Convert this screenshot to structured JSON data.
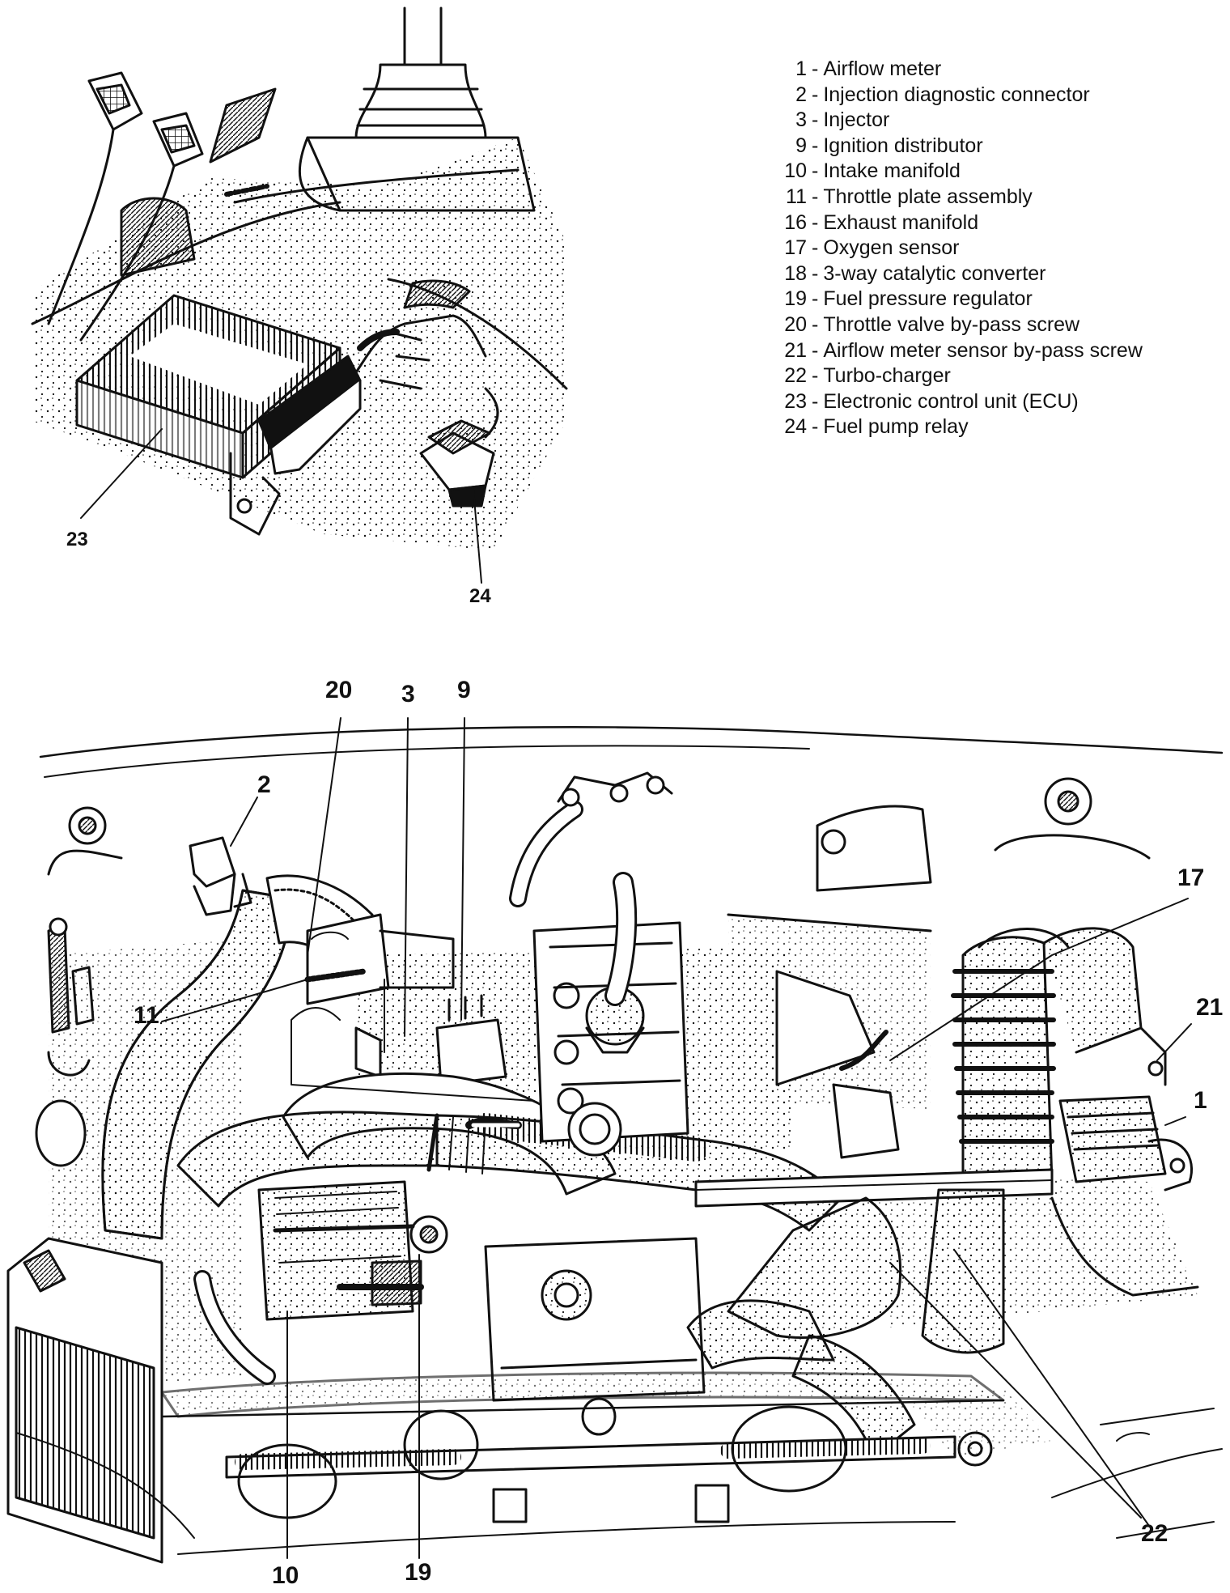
{
  "legend": [
    {
      "num": "1",
      "label": "Airflow meter"
    },
    {
      "num": "2",
      "label": "Injection diagnostic connector"
    },
    {
      "num": "3",
      "label": "Injector"
    },
    {
      "num": "9",
      "label": "Ignition distributor"
    },
    {
      "num": "10",
      "label": "Intake manifold"
    },
    {
      "num": "11",
      "label": "Throttle plate assembly"
    },
    {
      "num": "16",
      "label": "Exhaust manifold"
    },
    {
      "num": "17",
      "label": "Oxygen sensor"
    },
    {
      "num": "18",
      "label": "3-way catalytic converter"
    },
    {
      "num": "19",
      "label": "Fuel pressure regulator"
    },
    {
      "num": "20",
      "label": "Throttle valve by-pass screw"
    },
    {
      "num": "21",
      "label": "Airflow meter sensor by-pass screw"
    },
    {
      "num": "22",
      "label": "Turbo-charger"
    },
    {
      "num": "23",
      "label": "Electronic control unit (ECU)"
    },
    {
      "num": "24",
      "label": "Fuel pump relay"
    }
  ],
  "callouts": {
    "c23": "23",
    "c24": "24",
    "c20": "20",
    "c3": "3",
    "c9": "9",
    "c2": "2",
    "c11": "11",
    "c17": "17",
    "c21": "21",
    "c1": "1",
    "c22": "22",
    "c10": "10",
    "c19": "19"
  }
}
